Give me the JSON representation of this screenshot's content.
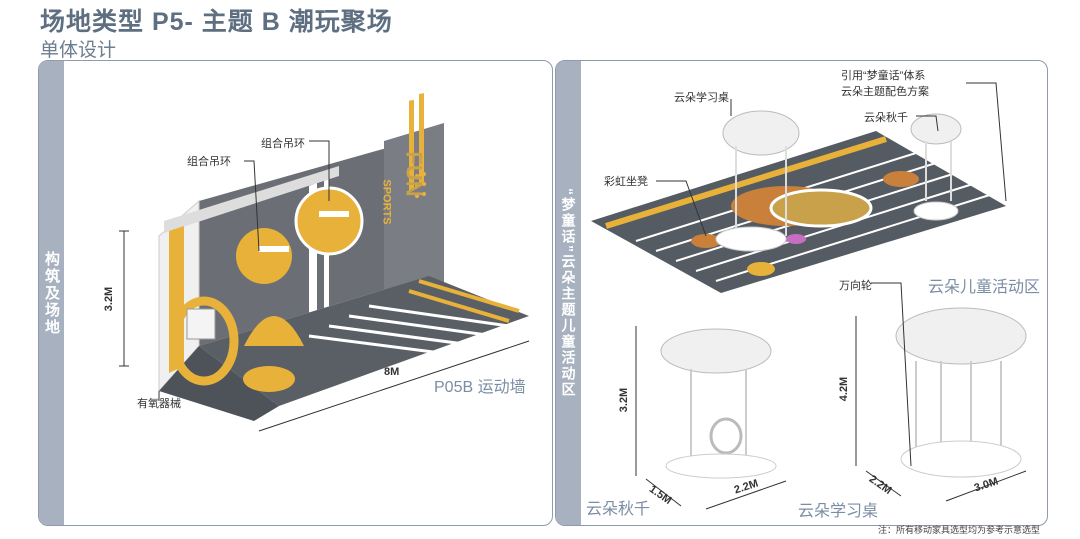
{
  "header": {
    "title": "场地类型 P5- 主题 B  潮玩聚场",
    "subtitle": "单体设计"
  },
  "left_panel": {
    "side_label": "构筑及场地",
    "labels": {
      "ring_combo_1": "组合吊环",
      "ring_combo_2": "组合吊环",
      "aerobic": "有氧器械",
      "wall_name": "P05B 运动墙"
    },
    "dims": {
      "height": "3.2M",
      "length": "8M"
    },
    "wall_text": {
      "fun": "FUN",
      "sports": "SPORTS"
    }
  },
  "right_panel": {
    "side_label": "“梦童话”云朵主题儿童活动区",
    "labels": {
      "system_line1": "引用“梦童话”体系",
      "system_line2": "云朵主题配色方案",
      "desk": "云朵学习桌",
      "swing": "云朵秋千",
      "stool": "彩虹坐凳",
      "area_name": "云朵儿童活动区",
      "caster": "万向轮",
      "swing_name": "云朵秋千",
      "desk_name": "云朵学习桌"
    },
    "dims": {
      "swing_height": "3.2M",
      "swing_depth": "1.5M",
      "swing_width": "2.2M",
      "desk_height": "4.2M",
      "desk_depth": "2.2M",
      "desk_width": "3.0M"
    }
  },
  "footer": {
    "note": "注：所有移动家具选型均为参考示意选型"
  },
  "colors": {
    "accent": "#e8b23a",
    "panel_side": "#a7b1bf",
    "floor": "#555b62",
    "title": "#5e6f82"
  }
}
